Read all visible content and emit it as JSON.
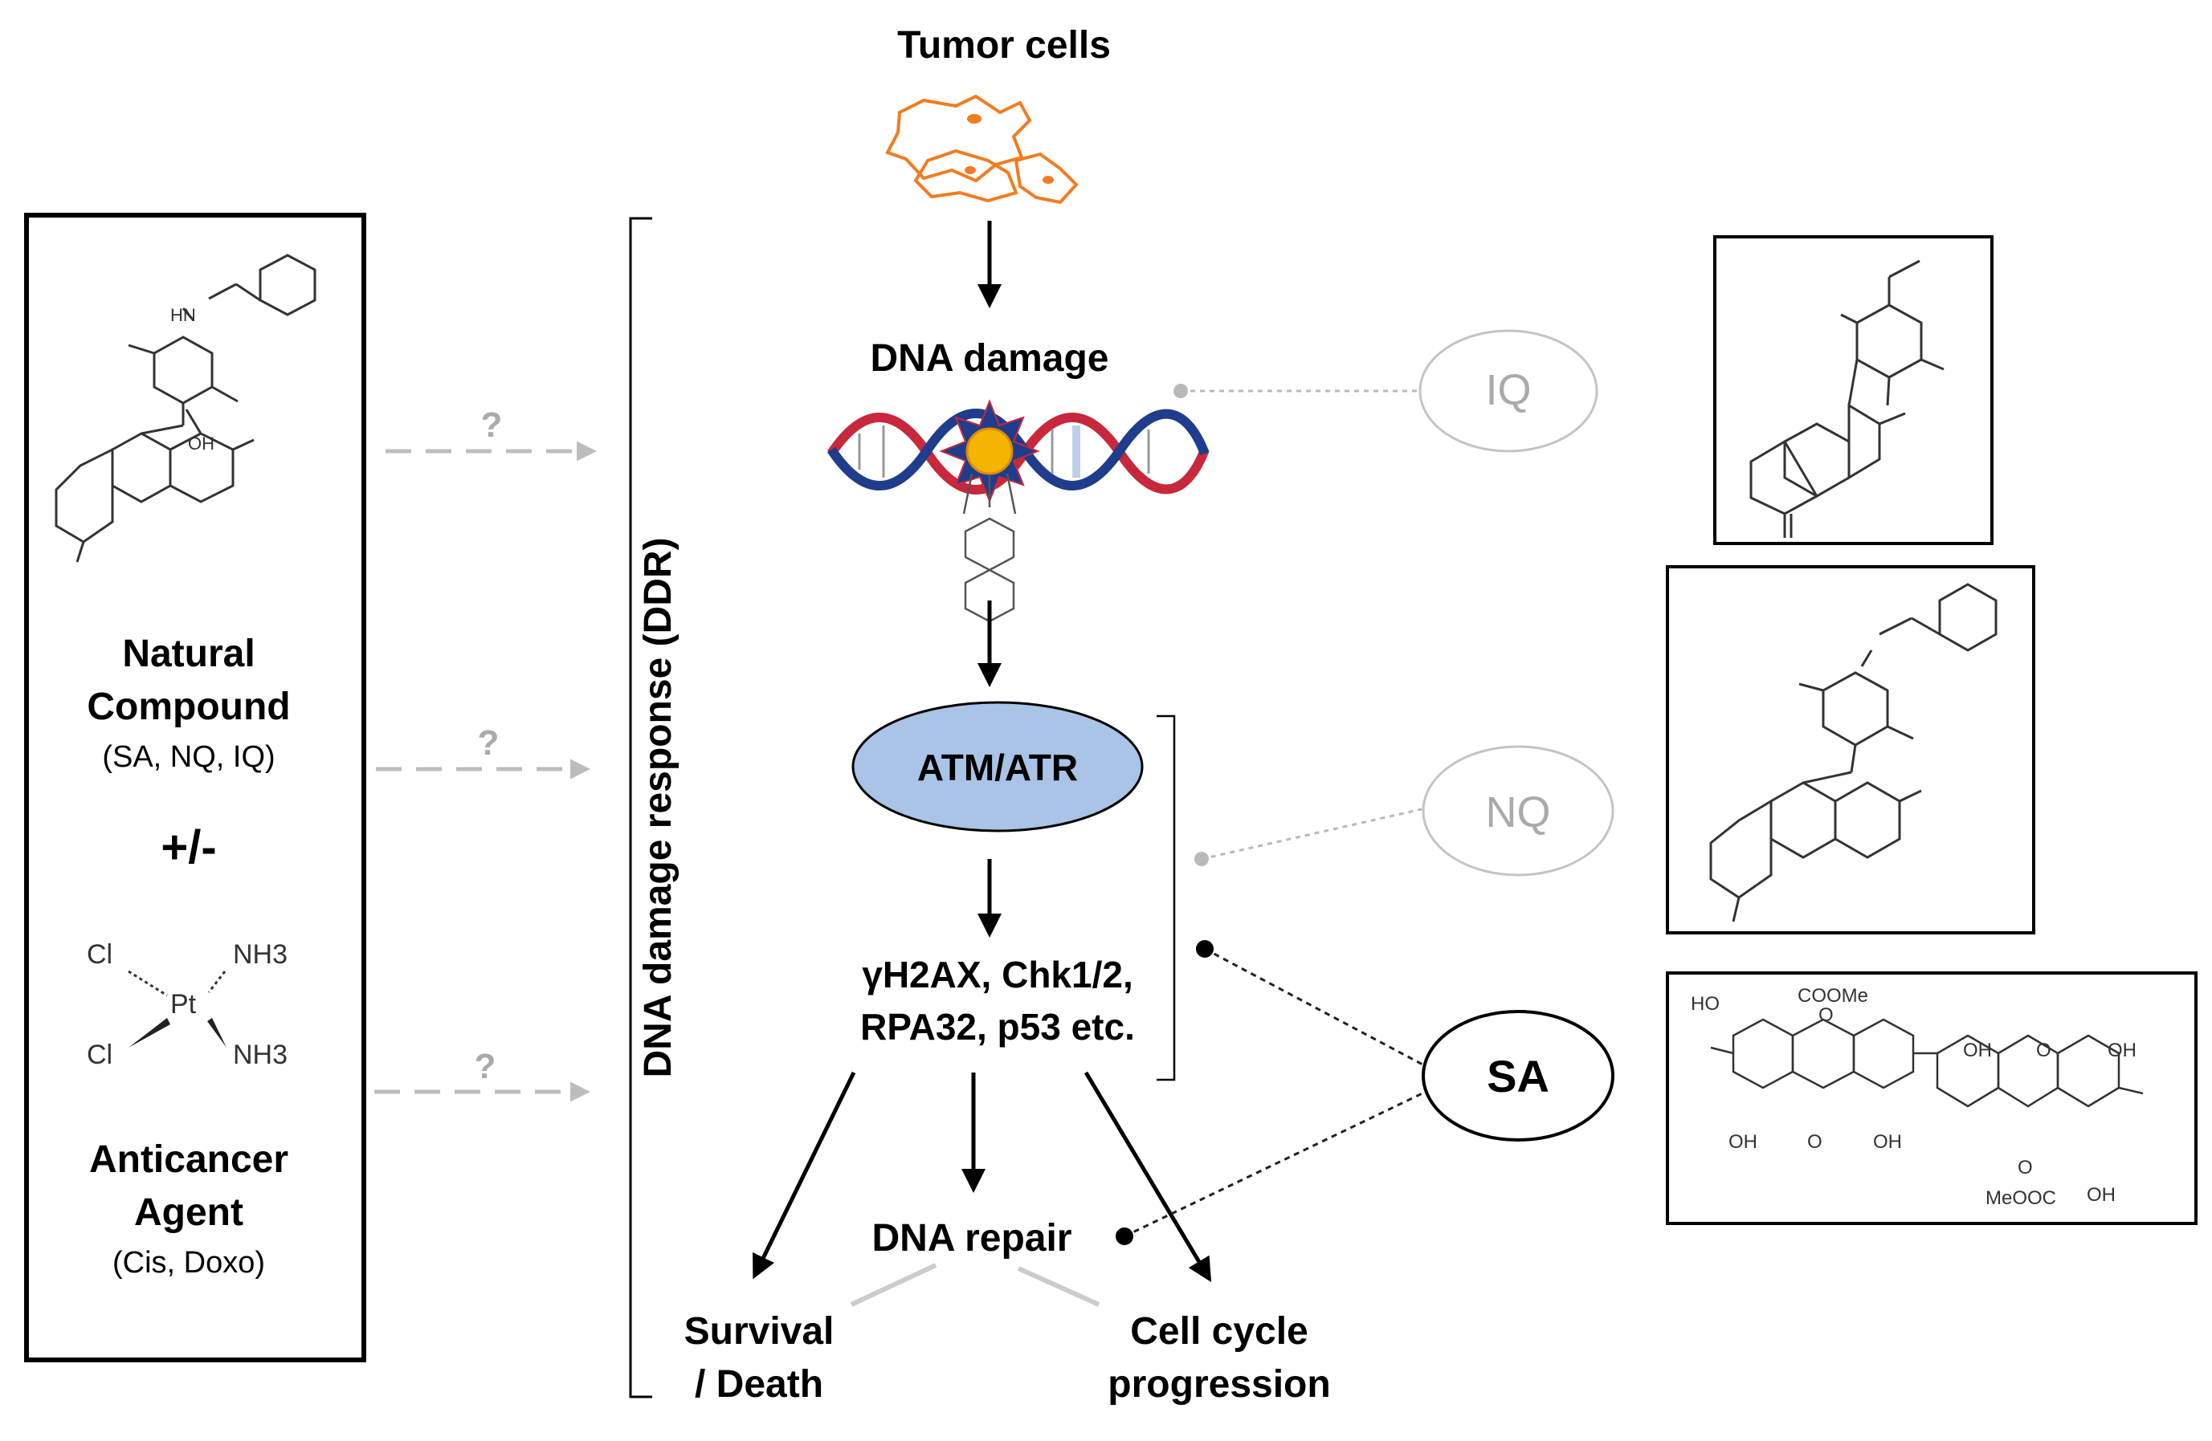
{
  "left_panel": {
    "natural_line1": "Natural",
    "natural_line2": "Compound",
    "natural_sub": "(SA, NQ, IQ)",
    "plus_minus": "+/-",
    "anticancer_line1": "Anticancer",
    "anticancer_line2": "Agent",
    "anticancer_sub": "(Cis, Doxo)",
    "question_marks": [
      "?",
      "?",
      "?"
    ],
    "cisplatin": {
      "cl_top": "Cl",
      "cl_bottom": "Cl",
      "pt": "Pt",
      "nh3_top": "NH3",
      "nh3_bottom": "NH3"
    },
    "structure_labels": {
      "hn": "HN",
      "oh": "OH"
    }
  },
  "bracket_label": "DNA damage response (DDR)",
  "pathway": {
    "tumor_cells": "Tumor cells",
    "dna_damage": "DNA damage",
    "atm_atr": "ATM/ATR",
    "markers_line1": "γH2AX, Chk1/2,",
    "markers_line2": "RPA32, p53 etc.",
    "dna_repair": "DNA repair",
    "survival_line1": "Survival",
    "survival_line2": "/ Death",
    "cellcycle_line1": "Cell cycle",
    "cellcycle_line2": "progression"
  },
  "compounds": {
    "iq": "IQ",
    "nq": "NQ",
    "sa": "SA"
  },
  "sa_structure_labels": {
    "ho": "HO",
    "coome": "COOMe",
    "oh1": "OH",
    "oh2": "OH",
    "oh3": "OH",
    "oh4": "OH",
    "oh5": "OH",
    "o1": "O",
    "o2": "O",
    "o3": "O",
    "o4": "O",
    "meooc": "MeOOC"
  },
  "colors": {
    "tumor": "#f47b20",
    "atm_fill": "#a9c4e6",
    "dna_red": "#c8283c",
    "dna_blue": "#1f3d8c",
    "gray": "#b9b9b9",
    "sun": "#f5b400"
  }
}
